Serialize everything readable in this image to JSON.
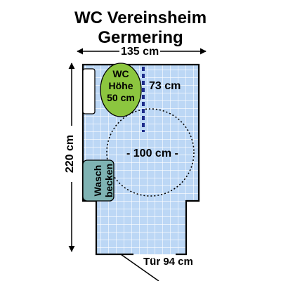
{
  "title": {
    "line1": "WC Vereinsheim",
    "line2": "Germering"
  },
  "dimensions": {
    "width_label": "135 cm",
    "height_label": "220 cm",
    "side_clearance_label": "73 cm",
    "turning_circle_label": "- 100 cm -",
    "door_label": "Tür 94 cm"
  },
  "wc": {
    "line1": "WC",
    "line2": "Höhe",
    "line3": "50 cm"
  },
  "sink": {
    "line1": "Wasch",
    "line2": "becken"
  },
  "colors": {
    "floor_tile": "#bcd7f5",
    "tile_grid": "#ffffff",
    "wall": "#000000",
    "wc": "#8cc63f",
    "sink": "#7fb3b3",
    "clearance_line": "#1f2d8c"
  }
}
